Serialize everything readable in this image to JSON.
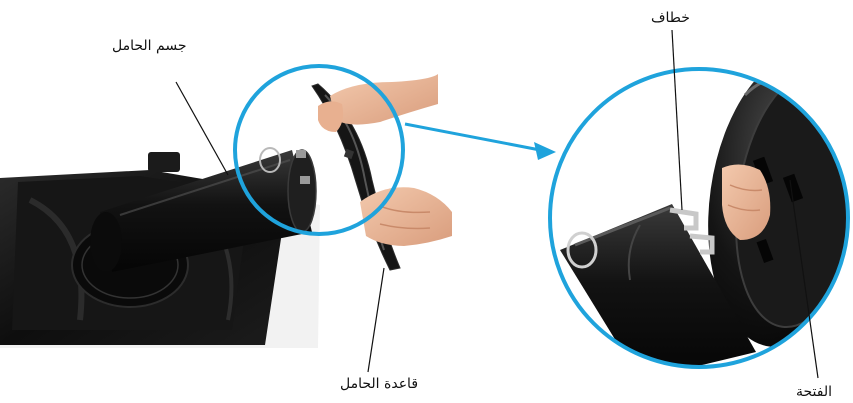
{
  "labels": {
    "stand_body": "جسم الحامل",
    "stand_base": "قاعدة الحامل",
    "hook": "خطاف",
    "slot": "الفتحة"
  },
  "colors": {
    "magnifier_ring": "#1fa3dc",
    "monitor_black": "#151515",
    "hand_skin": "#e9b394",
    "background": "#ffffff",
    "leader_line": "#111111"
  }
}
